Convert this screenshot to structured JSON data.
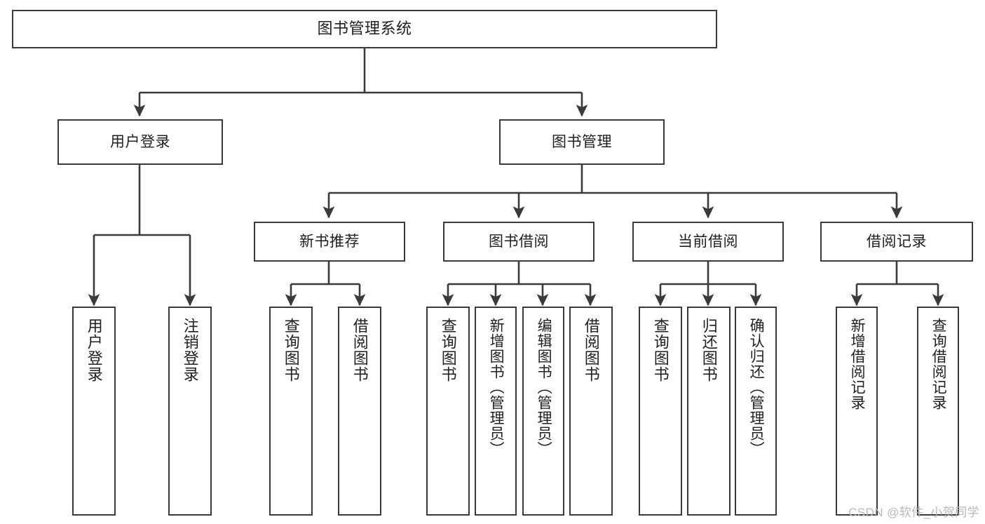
{
  "diagram": {
    "title": "图书管理系统",
    "watermark": "CSDN @软件_小贺同学",
    "nodes": {
      "root": {
        "label": "图书管理系统"
      },
      "level2": [
        {
          "id": "user-login",
          "label": "用户登录"
        },
        {
          "id": "book-manage",
          "label": "图书管理"
        }
      ],
      "level3": [
        {
          "id": "new-book-recommend",
          "label": "新书推荐"
        },
        {
          "id": "book-borrow",
          "label": "图书借阅"
        },
        {
          "id": "current-borrow",
          "label": "当前借阅"
        },
        {
          "id": "borrow-record",
          "label": "借阅记录"
        }
      ],
      "leaves": {
        "user_login": [
          {
            "id": "leaf-user-login",
            "label": "用户登录"
          },
          {
            "id": "leaf-logout-login",
            "label": "注销登录"
          }
        ],
        "new_book_recommend": [
          {
            "id": "leaf-query-book-1",
            "label": "查询图书"
          },
          {
            "id": "leaf-borrow-book-1",
            "label": "借阅图书"
          }
        ],
        "book_borrow": [
          {
            "id": "leaf-query-book-2",
            "label": "查询图书"
          },
          {
            "id": "leaf-add-book-admin",
            "label": "新增图书（管理员）"
          },
          {
            "id": "leaf-edit-book-admin",
            "label": "编辑图书（管理员）"
          },
          {
            "id": "leaf-borrow-book-2",
            "label": "借阅图书"
          }
        ],
        "current_borrow": [
          {
            "id": "leaf-query-book-3",
            "label": "查询图书"
          },
          {
            "id": "leaf-return-book",
            "label": "归还图书"
          },
          {
            "id": "leaf-confirm-return-admin",
            "label": "确认归还（管理员）"
          }
        ],
        "borrow_record": [
          {
            "id": "leaf-add-borrow-record",
            "label": "新增借阅记录"
          },
          {
            "id": "leaf-query-borrow-record",
            "label": "查询借阅记录"
          }
        ]
      }
    },
    "colors": {
      "stroke": "#3a3a3a",
      "box_fill": "#ffffff",
      "text": "#1f1f1f",
      "watermark": "#b9b9b9"
    }
  }
}
